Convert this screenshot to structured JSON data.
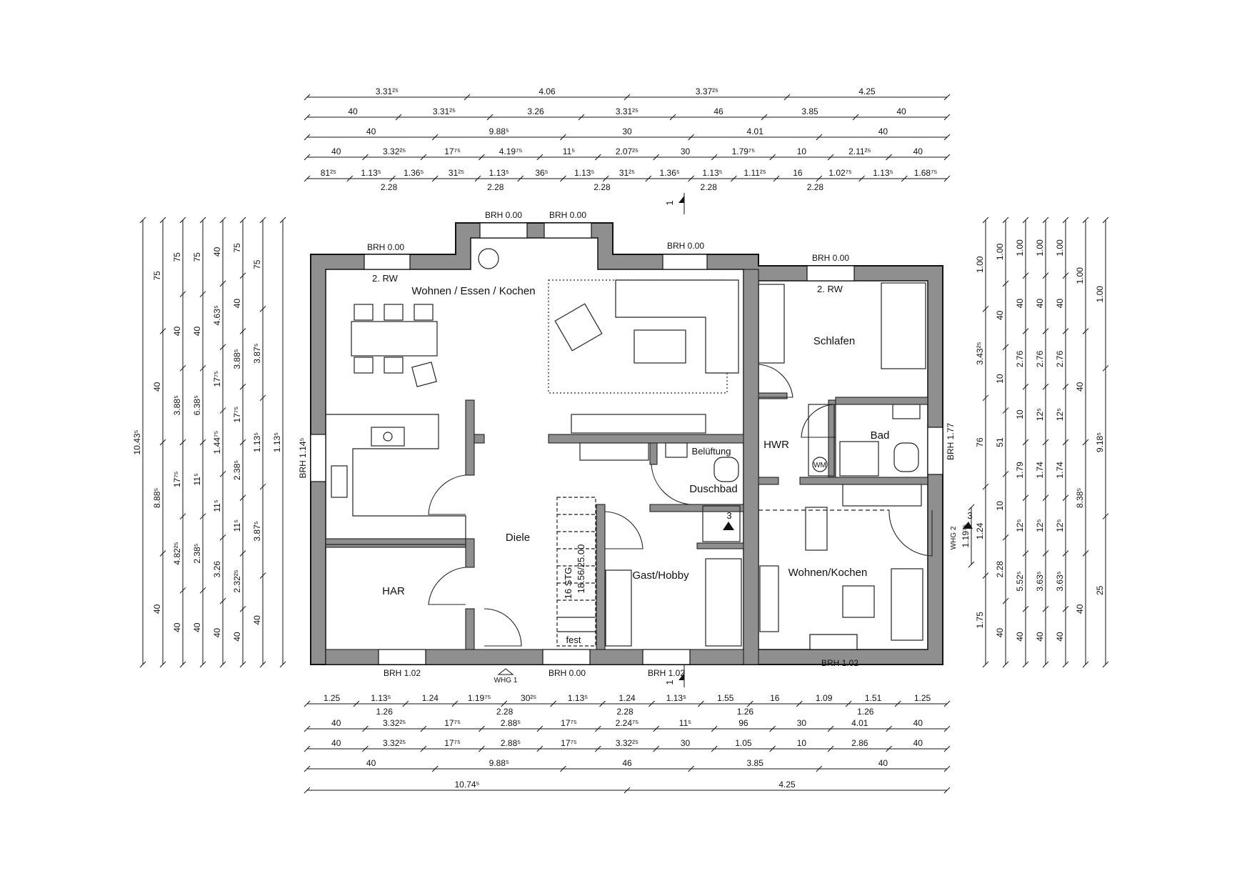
{
  "rooms": {
    "wohnen_essen_kochen": "Wohnen / Essen / Kochen",
    "rw_left": "2. RW",
    "rw_right": "2. RW",
    "schlafen": "Schlafen",
    "hwr": "HWR",
    "bad": "Bad",
    "wm": "WM",
    "belueftung": "Belüftung",
    "duschbad": "Duschbad",
    "diele": "Diele",
    "har": "HAR",
    "gast_hobby": "Gast/Hobby",
    "wohnen_kochen": "Wohnen/Kochen",
    "stairs": "16 STG",
    "stairs_ratio": "18.56/25.00",
    "fest": "fest",
    "whg1": "WHG 1",
    "whg2": "WHG 2"
  },
  "brh": {
    "top_left": "BRH 0.00",
    "top_bay_left": "BRH 0.00",
    "top_bay_right": "BRH 0.00",
    "top_middle": "BRH 0.00",
    "top_right": "BRH 0.00",
    "left": "BRH 1.14⁵",
    "right": "BRH 1.77",
    "bottom_left": "BRH 1.02",
    "bottom_entry": "BRH 0.00",
    "bottom_middle": "BRH 1.02",
    "bottom_right": "BRH 1.02"
  },
  "section_marks": {
    "top": "1",
    "bottom": "1",
    "right": "3",
    "inner": "3"
  },
  "dimensions": {
    "top": [
      [
        "3.31²⁵",
        "4.06",
        "3.37²⁵",
        "4.25"
      ],
      [
        "40",
        "3.31²⁵",
        "3.26",
        "3.31²⁵",
        "46",
        "3.85",
        "40"
      ],
      [
        "40",
        "9.88⁵",
        "30",
        "4.01",
        "40"
      ],
      [
        "40",
        "3.32²⁵",
        "17⁷⁵",
        "4.19⁷⁵",
        "11⁵",
        "2.07²⁵",
        "30",
        "1.79⁷⁵",
        "10",
        "2.11²⁵",
        "40"
      ],
      [
        "81²⁵",
        "1.13⁵",
        "1.36⁵",
        "31²⁵",
        "1.13⁵",
        "36⁵",
        "1.13⁵",
        "31²⁵",
        "1.36⁵",
        "1.13⁵",
        "1.11²⁵",
        "16",
        "1.02⁷⁵",
        "1.13⁵",
        "1.68⁷⁵"
      ],
      [
        "2.28",
        "2.28",
        "2.28",
        "2.28",
        "2.28"
      ]
    ],
    "bottom": [
      [
        "1.25",
        "1.13⁵",
        "1.24",
        "1.19⁷⁵",
        "30²⁵",
        "1.13⁵",
        "1.24",
        "1.13⁵",
        "1.55",
        "16",
        "1.09",
        "1.51",
        "1.25"
      ],
      [
        "1.26",
        "2.28",
        "2.28",
        "1.26",
        "1.26"
      ],
      [
        "40",
        "3.32²⁵",
        "17⁷⁵",
        "2.88⁵",
        "17⁷⁵",
        "2.24⁷⁵",
        "11⁵",
        "96",
        "30",
        "4.01",
        "40"
      ],
      [
        "40",
        "3.32²⁵",
        "17⁷⁵",
        "2.88⁵",
        "17⁷⁵",
        "3.32²⁵",
        "30",
        "1.05",
        "10",
        "2.86",
        "40"
      ],
      [
        "40",
        "9.88⁵",
        "46",
        "3.85",
        "40"
      ],
      [
        "10.74⁵",
        "4.25"
      ]
    ],
    "left": [
      [
        "10.43⁵"
      ],
      [
        "75",
        "40",
        "8.88⁵",
        "40"
      ],
      [
        "75",
        "40",
        "3.88⁵",
        "17⁷⁵",
        "4.82²⁵",
        "40"
      ],
      [
        "75",
        "40",
        "6.38⁵",
        "11⁵",
        "2.38⁵",
        "40"
      ],
      [
        "40",
        "4.63⁵",
        "17⁷⁵",
        "1.44⁷⁵",
        "11⁵",
        "3.26",
        "40"
      ],
      [
        "75",
        "40",
        "3.88⁵",
        "17⁷⁵",
        "2.38⁵",
        "11⁵",
        "2.32²⁵",
        "40"
      ],
      [
        "75",
        "3.87⁵",
        "1.13⁵",
        "3.87⁵",
        "40"
      ],
      [
        "1.13⁵"
      ]
    ],
    "right": [
      [
        "1.00",
        "3.43²⁵",
        "76",
        "1.24",
        "1.75"
      ],
      [
        "1.00",
        "40",
        "10",
        "51",
        "10",
        "2.28",
        "40"
      ],
      [
        "1.00",
        "40",
        "2.76",
        "10",
        "1.79",
        "12⁵",
        "5.52⁵",
        "40"
      ],
      [
        "1.00",
        "40",
        "2.76",
        "12⁵",
        "1.74",
        "12⁵",
        "3.63⁵",
        "40"
      ],
      [
        "1.00",
        "40",
        "2.76",
        "12⁵",
        "1.74",
        "12⁵",
        "3.63⁵",
        "40"
      ],
      [
        "1.00",
        "40",
        "8.38⁵",
        "40"
      ],
      [
        "1.00",
        "9.18⁵",
        "25"
      ],
      [
        "1.19⁷⁵"
      ]
    ]
  }
}
